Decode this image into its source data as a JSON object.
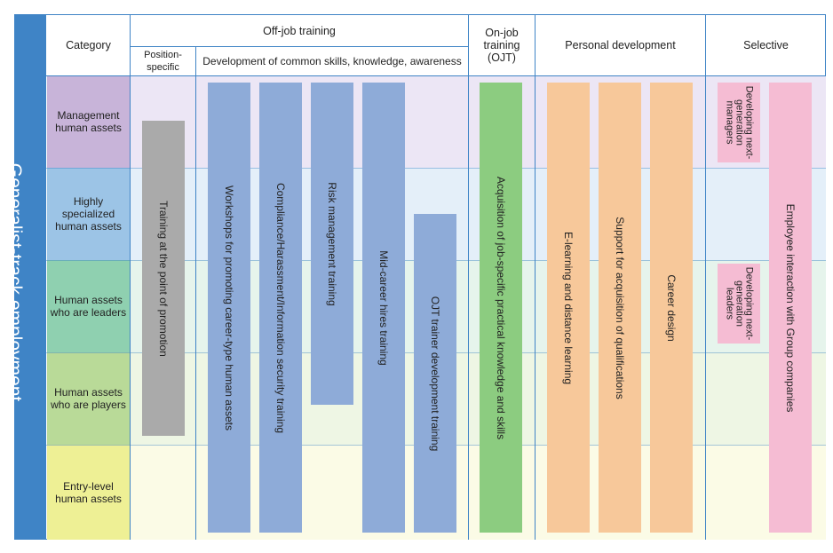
{
  "colors": {
    "frame_blue": "#3f84c6",
    "header_bg": "#ffffff",
    "band_management_row": "#ece6f5",
    "band_management_cat": "#c8b4d9",
    "band_specialized_row": "#e4eff9",
    "band_specialized_cat": "#9cc4e6",
    "band_leaders_row": "#e6f4ec",
    "band_leaders_cat": "#8fd0b0",
    "band_players_row": "#eef6e4",
    "band_players_cat": "#b9da98",
    "band_entry_row": "#fbfbe6",
    "band_entry_cat": "#eef095",
    "bar_gray": "#aaaaaa",
    "bar_blue": "#8eabd8",
    "bar_green": "#8ccc80",
    "bar_orange": "#f7c89a",
    "bar_pink": "#f5bcd3"
  },
  "sidebar_label": "Generalist-track employment",
  "headers": {
    "category": "Category",
    "off_job": "Off-job training",
    "position_specific": "Position-specific",
    "common_skills": "Development of common skills, knowledge, awareness",
    "ojt": "On-job training (OJT)",
    "personal": "Personal development",
    "selective": "Selective"
  },
  "categories": [
    "Management human assets",
    "Highly specialized human assets",
    "Human assets who are leaders",
    "Human assets who are players",
    "Entry-level human assets"
  ],
  "programs": {
    "promotion": "Training at the point of promotion",
    "career_workshops": "Workshops for promoting career-type human assets",
    "compliance": "Compliance/Harassment/Information security training",
    "risk": "Risk management training",
    "mid_career": "Mid-career hires training",
    "ojt_trainer": "OJT trainer development training",
    "job_specific": "Acquisition of job-specific practical knowledge and skills",
    "elearning": "E-learning and distance learning",
    "qualifications": "Support for acquisition of qualifications",
    "career_design": "Career design",
    "next_gen_managers": "Developing next-generation managers",
    "next_gen_leaders": "Developing next-generation leaders",
    "group_interaction": "Employee interaction with Group companies"
  }
}
